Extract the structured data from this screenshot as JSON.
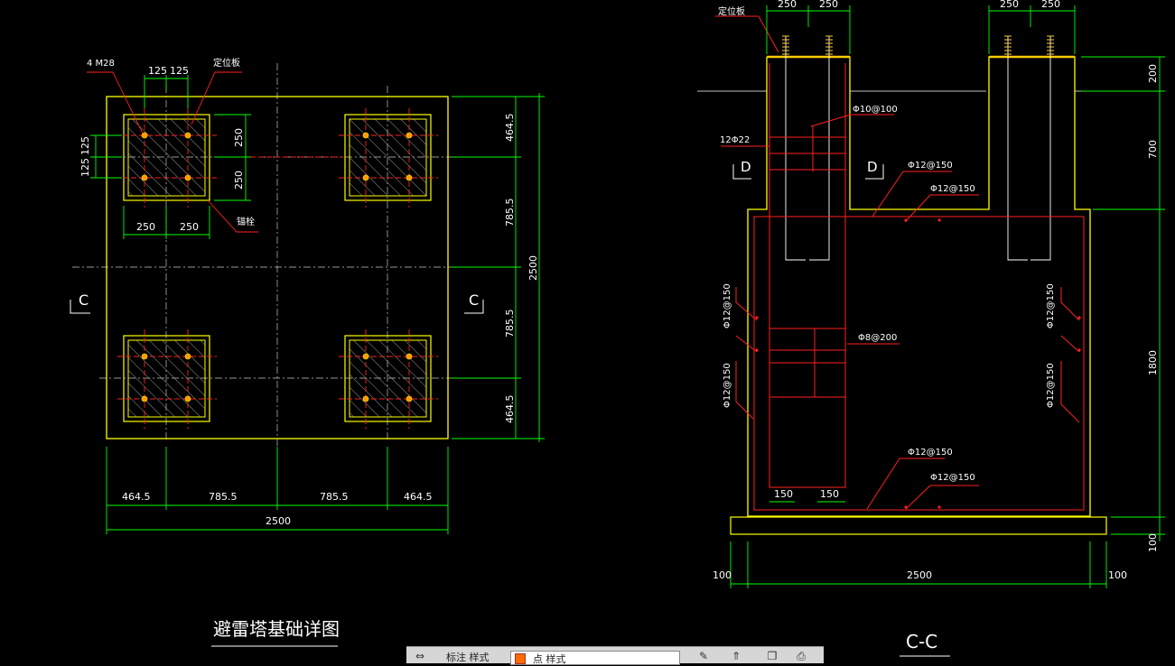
{
  "plan": {
    "title": "避雷塔基础详图",
    "bolts": "4 M28",
    "plate": "定位板",
    "anchor": "锚栓",
    "section_mark": "C",
    "dims": {
      "top_125a": "125",
      "top_125b": "125",
      "left_125a": "125",
      "left_125b": "125",
      "box_250a": "250",
      "box_250b": "250",
      "bot_250a": "250",
      "bot_250b": "250",
      "right_a": "464.5",
      "right_b": "785.5",
      "right_c": "785.5",
      "right_d": "464.5",
      "right_total": "2500",
      "bottom_a": "464.5",
      "bottom_b": "785.5",
      "bottom_c": "785.5",
      "bottom_d": "464.5",
      "bottom_total": "2500"
    }
  },
  "section": {
    "title": "C-C",
    "plate": "定位板",
    "mark_d": "D",
    "rebar": {
      "main": "12Φ22",
      "stirrup_col": "Φ10@100",
      "top1": "Φ12@150",
      "top2": "Φ12@150",
      "left1": "Φ12@150",
      "left2": "Φ12@150",
      "right1": "Φ12@150",
      "right2": "Φ12@150",
      "mid": "Φ8@200",
      "bot1": "Φ12@150",
      "bot2": "Φ12@150"
    },
    "dims": {
      "top_250a": "250",
      "top_250b": "250",
      "top_250c": "250",
      "top_250d": "250",
      "right_200": "200",
      "right_700": "700",
      "right_1800": "1800",
      "right_100": "100",
      "bottom_100a": "100",
      "bottom_total": "2500",
      "bottom_100b": "100",
      "cover_150a": "150",
      "cover_150b": "150"
    }
  },
  "taskbar": {
    "item1": "标注 样式",
    "item2": "点 样式"
  }
}
